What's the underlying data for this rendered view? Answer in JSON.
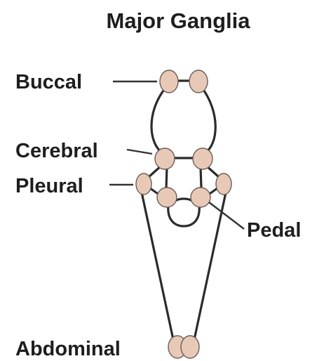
{
  "title": "Major Ganglia",
  "labels": {
    "buccal": "Buccal",
    "cerebral": "Cerebral",
    "pleural": "Pleural",
    "pedal": "Pedal",
    "abdominal": "Abdominal"
  },
  "colors": {
    "ganglion_fill": "#e8c9b8",
    "ganglion_stroke": "#6b5e55",
    "nerve": "#2b2b2b",
    "text": "#1e1e1e"
  }
}
